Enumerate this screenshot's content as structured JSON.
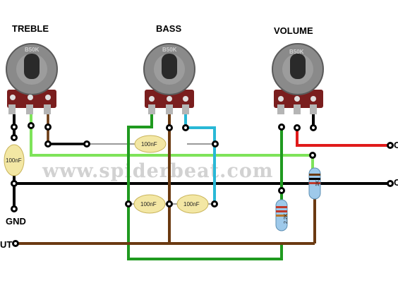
{
  "labels": {
    "treble": "TREBLE",
    "bass": "BASS",
    "volume": "VOLUME",
    "gnd": "GND",
    "in_partial": "UT",
    "out_partial_top": "O",
    "out_partial_mid": "C"
  },
  "watermark": "www.spiderbeat.com",
  "pots": {
    "treble_value": "B50K",
    "bass_value": "B50K",
    "volume_value": "B50K"
  },
  "capacitors": {
    "treble_gnd": "100nF",
    "tone_link": "100nF",
    "bass_left": "100nF",
    "bass_right": "100nF"
  },
  "resistors": {
    "vertical_left": "2.2K",
    "vertical_right": "1K"
  },
  "colors": {
    "black_wire": "#000000",
    "brown_wire": "#6b3a12",
    "green_wire": "#1f9a1f",
    "light_green_wire": "#7ee35a",
    "cyan_wire": "#29b8d6",
    "red_wire": "#e01b1b",
    "capacitor": "#f3e7a4",
    "pot_body": "#8a8a8a",
    "pot_tab": "#7a1e1e",
    "resistor_body": "#9ec9ea"
  }
}
